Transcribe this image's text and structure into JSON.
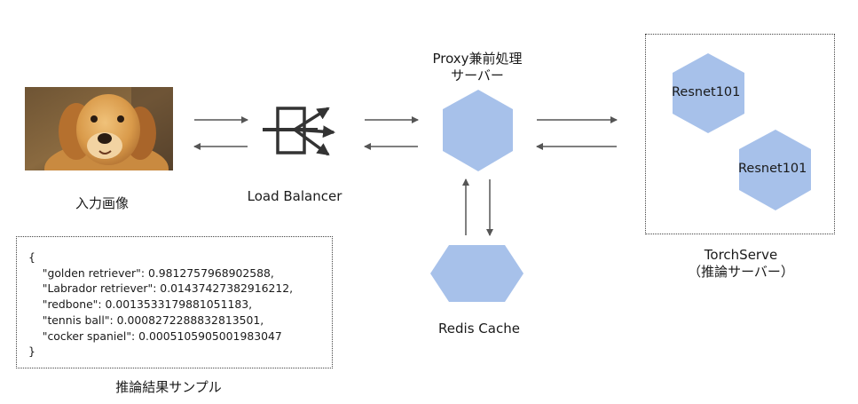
{
  "input": {
    "caption": "入力画像"
  },
  "load_balancer": {
    "caption": "Load Balancer"
  },
  "proxy": {
    "caption_line1": "Proxy兼前処理",
    "caption_line2": "サーバー"
  },
  "redis": {
    "caption": "Redis Cache"
  },
  "torchserve": {
    "caption_line1": "TorchServe",
    "caption_line2": "（推論サーバー）",
    "models": [
      "Resnet101",
      "Resnet101"
    ]
  },
  "result_sample": {
    "caption": "推論結果サンプル",
    "lines": [
      "{",
      "    \"golden retriever\": 0.9812757968902588,",
      "    \"Labrador retriever\": 0.01437427382916212,",
      "    \"redbone\": 0.0013533179881051183,",
      "    \"tennis ball\": 0.0008272288832813501,",
      "    \"cocker spaniel\": 0.0005105905001983047",
      "}"
    ]
  },
  "colors": {
    "hexagon": "#a7c1ea",
    "arrow": "#555555"
  }
}
